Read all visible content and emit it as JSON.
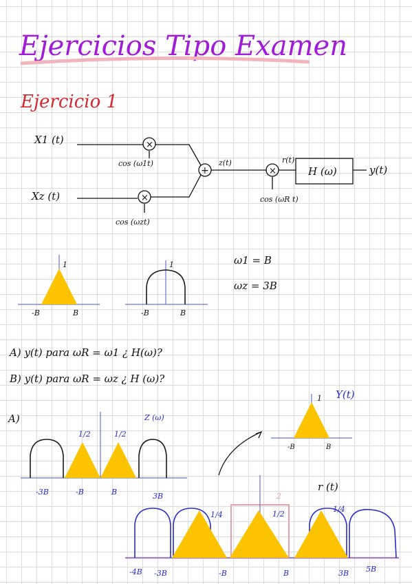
{
  "title": "Ejercicios Tipo Examen",
  "exercise_title": "Ejercicio 1",
  "diagram": {
    "x1": "X1 (t)",
    "x2": "Xz (t)",
    "cos1": "cos (ω1t)",
    "cos2": "cos (ωzt)",
    "z": "z(t)",
    "r": "r(t)",
    "cosr": "cos (ωR t)",
    "h": "H (ω)",
    "y": "y(t)",
    "mult": "×",
    "sum": "+"
  },
  "spectra_top": {
    "peak1": "1",
    "peak2": "1",
    "neg_b": "-B",
    "pos_b": "B",
    "neg_b2": "-B",
    "pos_b2": "B"
  },
  "params": {
    "w1": "ω1 = B",
    "w2": "ωz = 3B"
  },
  "questions": {
    "a": "A)  y(t)  para  ωR = ω1   ¿ H(ω)?",
    "b": "B)  y(t)  para  ωR = ωz   ¿ H (ω)?"
  },
  "solution": {
    "label": "A)",
    "z_label": "Z (ω)",
    "z_half_left": "1/2",
    "z_half_right": "1/2",
    "z_neg3b": "-3B",
    "z_negb": "-B",
    "z_b": "B",
    "z_3b": "3B",
    "y_label": "Y(t)",
    "y_peak": "1",
    "y_negb": "-B",
    "y_b": "B",
    "r_label": "r (t)",
    "r_gain": "2",
    "r_quarter_left": "1/4",
    "r_half": "1/2",
    "r_quarter_right": "1/4",
    "r_neg4b": "-4B",
    "r_neg3b": "-3B",
    "r_negb": "-B",
    "r_b": "B",
    "r_3b": "3B",
    "r_5b": "5B"
  }
}
